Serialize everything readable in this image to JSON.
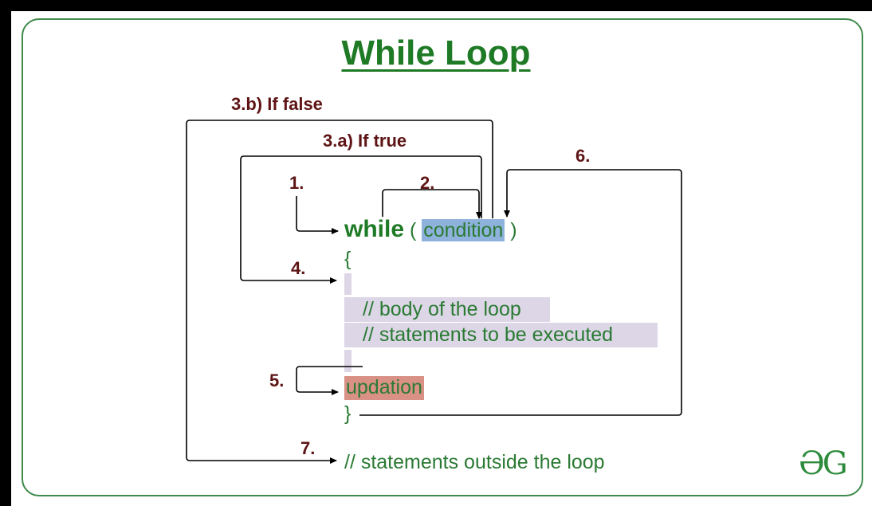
{
  "title": "While Loop",
  "steps": {
    "s1": "1.",
    "s2": "2.",
    "s3a": "3.a) If true",
    "s3b": "3.b) If false",
    "s4": "4.",
    "s5": "5.",
    "s6": "6.",
    "s7": "7."
  },
  "code": {
    "keyword": "while",
    "open_paren": "(",
    "condition": "condition",
    "close_paren": ")",
    "open_brace": "{",
    "body_comment": "// body of the loop",
    "statements_comment": "// statements to be executed",
    "updation": "updation",
    "close_brace": "}",
    "outside_comment": "// statements outside the loop"
  },
  "logo_text": "ƏG",
  "colors": {
    "title": "#1e7a25",
    "step_label": "#5e1414",
    "code_text": "#2a7a33",
    "condition_highlight": "#8fb2dc",
    "body_highlight": "#dcd6e6",
    "updation_highlight": "#d99186",
    "frame_border": "#3f8a4c"
  }
}
